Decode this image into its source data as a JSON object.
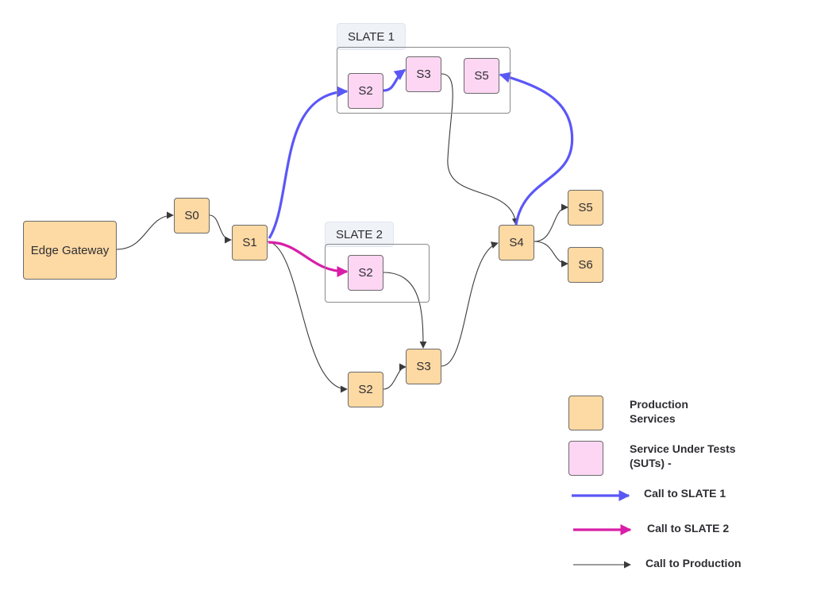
{
  "colors": {
    "production": "#fdd9a3",
    "sut": "#fdd6f3",
    "slate1_call": "#5b57f7",
    "slate2_call": "#d91ea8",
    "production_call": "#3a3a3a"
  },
  "slates": {
    "slate1": {
      "label": "SLATE 1"
    },
    "slate2": {
      "label": "SLATE 2"
    }
  },
  "nodes": {
    "edge_gateway": "Edge Gateway",
    "s0": "S0",
    "s1": "S1",
    "slate1_s2": "S2",
    "slate1_s3": "S3",
    "slate1_s5": "S5",
    "slate2_s2": "S2",
    "prod_s2": "S2",
    "prod_s3": "S3",
    "prod_s4": "S4",
    "prod_s5": "S5",
    "prod_s6": "S6"
  },
  "edges": [
    {
      "from": "Edge Gateway",
      "to": "S0",
      "type": "production"
    },
    {
      "from": "S0",
      "to": "S1",
      "type": "production"
    },
    {
      "from": "S1",
      "to": "SLATE 1 S2",
      "type": "slate1"
    },
    {
      "from": "SLATE 1 S2",
      "to": "SLATE 1 S3",
      "type": "slate1"
    },
    {
      "from": "SLATE 1 S3",
      "to": "S4",
      "type": "production"
    },
    {
      "from": "S4",
      "to": "SLATE 1 S5",
      "type": "slate1"
    },
    {
      "from": "S1",
      "to": "SLATE 2 S2",
      "type": "slate2"
    },
    {
      "from": "SLATE 2 S2",
      "to": "S3",
      "type": "production"
    },
    {
      "from": "S1",
      "to": "S2",
      "type": "production"
    },
    {
      "from": "S2",
      "to": "S3",
      "type": "production"
    },
    {
      "from": "S3",
      "to": "S4",
      "type": "production"
    },
    {
      "from": "S4",
      "to": "S5",
      "type": "production"
    },
    {
      "from": "S4",
      "to": "S6",
      "type": "production"
    }
  ],
  "legend": {
    "production_services": "Production Services",
    "production_line1": "Production",
    "production_line2": "Services",
    "sut_line1": "Service Under Tests",
    "sut_line2": "(SUTs) -",
    "call_slate1": "Call to SLATE 1",
    "call_slate2": "Call to SLATE 2",
    "call_production": "Call to Production"
  }
}
